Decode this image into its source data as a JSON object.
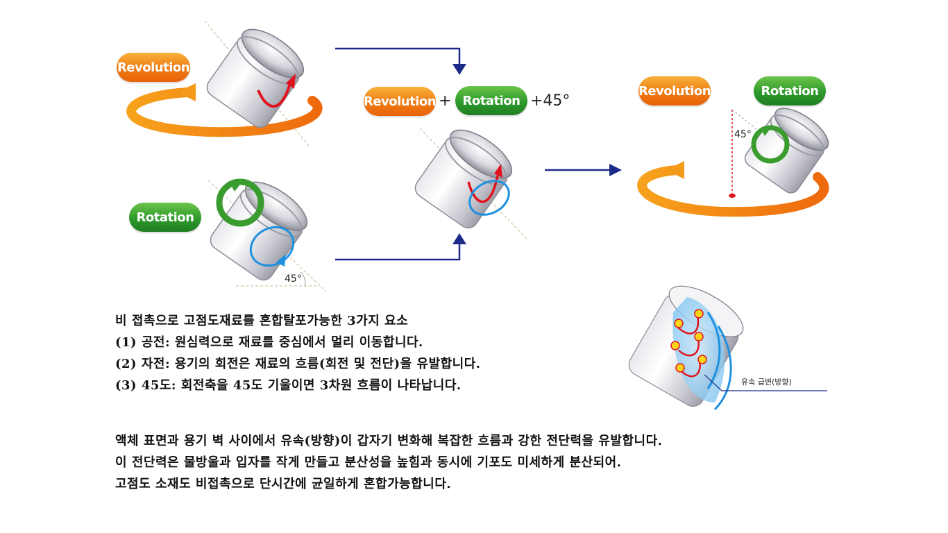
{
  "labels": {
    "revolution": "Revolution",
    "rotation": "Rotation",
    "plus": "+",
    "plus_angle": "+45°",
    "angle": "45°",
    "flow_change": "유속 급변(방향)"
  },
  "section1": {
    "lines": [
      "비 접촉으로 고점도재료를 혼합탈포가능한 3가지 요소",
      "(1) 공전: 원심력으로 재료를 중심에서 멀리 이동합니다.",
      "(2) 자전: 용기의 회전은 재료의 흐름(회전 및 전단)을 유발합니다.",
      "(3) 45도: 회전축을 45도 기울이면 3차원 흐름이 나타납니다."
    ]
  },
  "section2": {
    "lines": [
      "액체 표면과 용기 벽 사이에서 유속(방향)이 갑자기 변화해 복잡한 흐름과 강한 전단력을 유발합니다.",
      "이 전단력은 물방울과 입자를 작게 만들고 분산성을 높힘과 동시에 기포도 미세하게 분산되어.",
      "고점도 소재도 비접촉으로 단시간에 균일하게 혼합가능합니다."
    ]
  },
  "colors": {
    "orange": "#ef7a12",
    "green": "#2e9a2c",
    "navy": "#1c2a8a",
    "red": "#e0141e",
    "blue": "#1e90e0"
  }
}
